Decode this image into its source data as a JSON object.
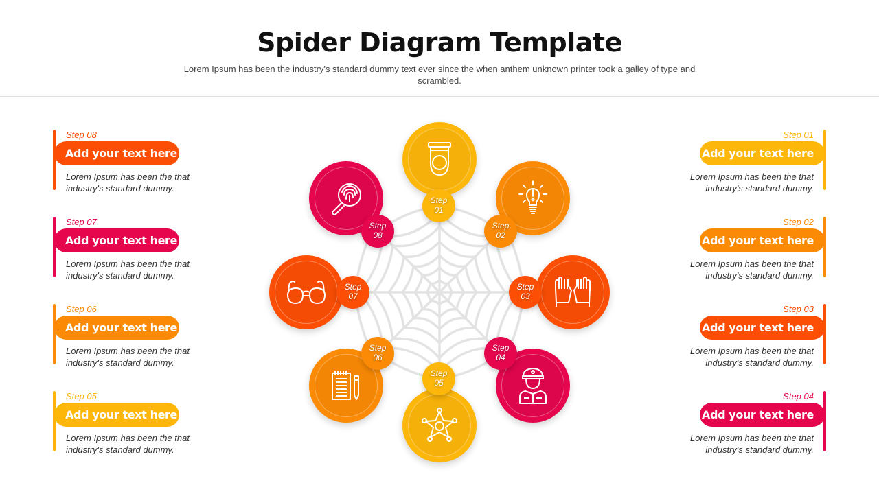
{
  "header": {
    "title": "Spider Diagram Template",
    "subtitle": "Lorem Ipsum has been the industry's standard dummy text ever since the when anthem unknown printer took a galley of type and scrambled."
  },
  "colors": {
    "yellow": "#FDB60A",
    "amber": "#FB8B06",
    "orange": "#FC4F05",
    "crimson": "#E5064E",
    "web": "#E3E3E3"
  },
  "steps": [
    {
      "step": "Step 01",
      "badge_top": "Step",
      "badge_num": "01",
      "title": "Add your text here",
      "desc_l1": "Lorem Ipsum has been the that",
      "desc_l2": "industry's standard dummy.",
      "icon": "toilet-icon",
      "color": "#FDB60A"
    },
    {
      "step": "Step 02",
      "badge_top": "Step",
      "badge_num": "02",
      "title": "Add your text here",
      "desc_l1": "Lorem Ipsum has been the that",
      "desc_l2": "industry's standard dummy.",
      "icon": "lightbulb-icon",
      "color": "#FB8B06"
    },
    {
      "step": "Step 03",
      "badge_top": "Step",
      "badge_num": "03",
      "title": "Add your text here",
      "desc_l1": "Lorem Ipsum has been the that",
      "desc_l2": "industry's standard dummy.",
      "icon": "gloves-icon",
      "color": "#FC4F05"
    },
    {
      "step": "Step 04",
      "badge_top": "Step",
      "badge_num": "04",
      "title": "Add your text here",
      "desc_l1": "Lorem Ipsum has been the that",
      "desc_l2": "industry's standard dummy.",
      "icon": "police-officer-icon",
      "color": "#E5064E"
    },
    {
      "step": "Step 05",
      "badge_top": "Step",
      "badge_num": "05",
      "title": "Add your text here",
      "desc_l1": "Lorem Ipsum has been the that",
      "desc_l2": "industry's standard dummy.",
      "icon": "sheriff-star-icon",
      "color": "#FDB60A"
    },
    {
      "step": "Step 06",
      "badge_top": "Step",
      "badge_num": "06",
      "title": "Add your text here",
      "desc_l1": "Lorem Ipsum has been the that",
      "desc_l2": "industry's standard dummy.",
      "icon": "notepad-pen-icon",
      "color": "#FB8B06"
    },
    {
      "step": "Step 07",
      "badge_top": "Step",
      "badge_num": "07",
      "title": "Add your text here",
      "desc_l1": "Lorem Ipsum has been the that",
      "desc_l2": "industry's standard dummy.",
      "icon": "glasses-icon",
      "color": "#FC4F05"
    },
    {
      "step": "Step 08",
      "badge_top": "Step",
      "badge_num": "08",
      "title": "Add your text here",
      "desc_l1": "Lorem Ipsum has been the that",
      "desc_l2": "industry's standard dummy.",
      "icon": "fingerprint-search-icon",
      "color": "#E5064E"
    }
  ]
}
